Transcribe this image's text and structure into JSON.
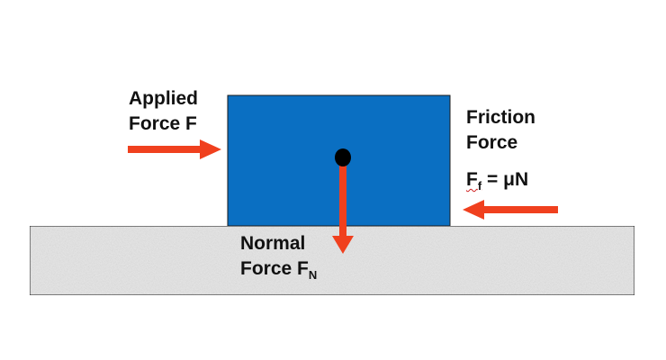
{
  "labels": {
    "applied_line1": "Applied",
    "applied_line2": "Force F",
    "friction_line1": "Friction",
    "friction_line2": "Force",
    "friction_eq_base": "F",
    "friction_eq_sub": "f",
    "friction_eq_rest": " = μN",
    "normal_line1": "Normal",
    "normal_line2_base": "Force F",
    "normal_line2_sub": "N"
  },
  "colors": {
    "block": "#0a6fc2",
    "block_border": "#1a1a1a",
    "arrow": "#f0401e",
    "surface": "#e8e8e8",
    "surface_border": "#1a1a1a",
    "center_dot": "#000000",
    "text": "#111111"
  }
}
